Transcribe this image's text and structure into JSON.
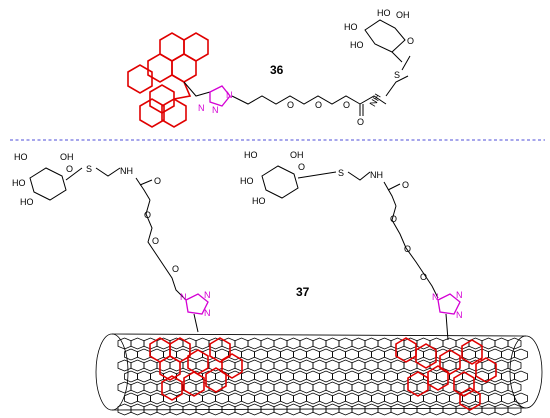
{
  "compound_labels": {
    "top": "36",
    "bottom": "37"
  },
  "atoms": {
    "HO": "HO",
    "OH": "OH",
    "O": "O",
    "S": "S",
    "NH": "NH",
    "N": "N"
  },
  "colors": {
    "aromatic": "#e00000",
    "triazole": "#d400d4",
    "divider": "#7070e0",
    "bond": "#000000"
  }
}
